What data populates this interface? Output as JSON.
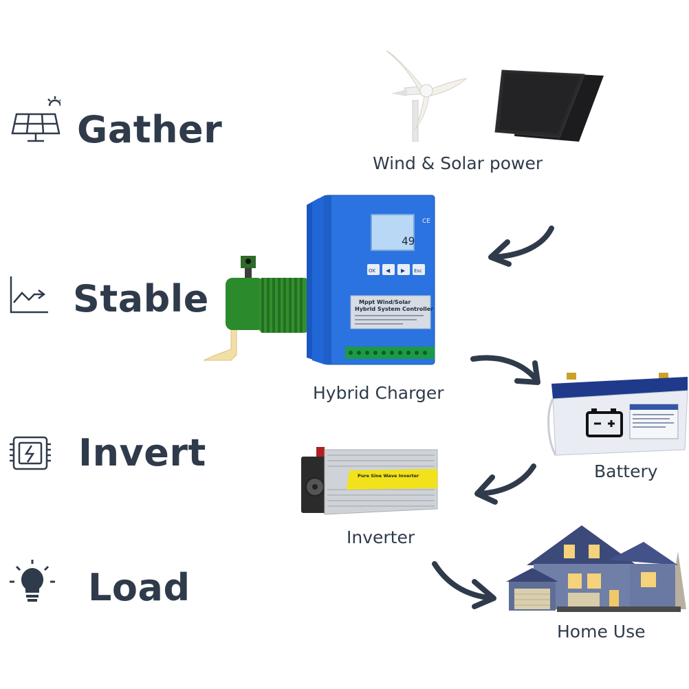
{
  "steps": [
    {
      "label": "Gather",
      "icon": "solar-panel-icon"
    },
    {
      "label": "Stable",
      "icon": "trend-chart-icon"
    },
    {
      "label": "Invert",
      "icon": "inverter-chip-icon"
    },
    {
      "label": "Load",
      "icon": "light-bulb-icon"
    }
  ],
  "captions": {
    "sources": "Wind & Solar power",
    "charger": "Hybrid Charger",
    "battery": "Battery",
    "inverter": "Inverter",
    "home": "Home Use"
  },
  "charger": {
    "display_value": "49",
    "buttons": [
      "OK",
      "◀",
      "▶",
      "Esc"
    ],
    "panel_title_line1": "Mppt Wind/Solar",
    "panel_title_line2": "Hybrid System Controller",
    "ce_mark": "CE"
  },
  "inverter": {
    "label_text": "Pure Sine Wave Inverter"
  },
  "colors": {
    "text": "#2f3b4b",
    "arrow": "#2f3b4b",
    "charger_blue": "#1e63d6",
    "battery_top": "#1f3a8a",
    "inverter_yellow": "#f2e21b"
  }
}
